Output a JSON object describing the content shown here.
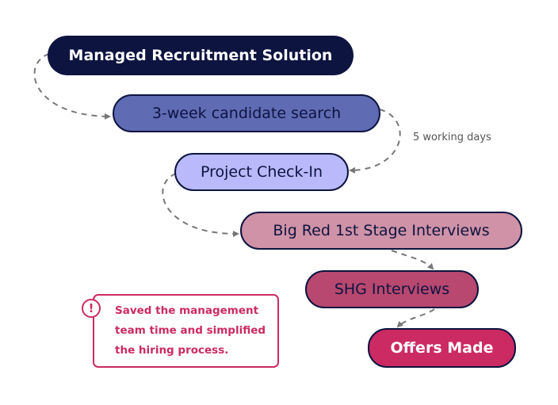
{
  "steps": [
    {
      "label": "Managed Recruitment Solution"
    },
    {
      "label": "3-week candidate search"
    },
    {
      "label": "Project Check-In"
    },
    {
      "label": "Big Red 1st Stage Interviews"
    },
    {
      "label": "SHG Interviews"
    },
    {
      "label": "Offers Made"
    }
  ],
  "edge_labels": {
    "search_to_checkin": "5 working days"
  },
  "callout": {
    "icon": "alert-icon",
    "text": "Saved the management team time and simplified the hiring process."
  },
  "colors": {
    "navy": "#0d1440",
    "slate_blue": "#5f6cb4",
    "lavender": "#b9b9fb",
    "dusty_pink": "#cf92a6",
    "raspberry": "#b8486f",
    "magenta": "#cc2a62",
    "connector": "#777777"
  }
}
